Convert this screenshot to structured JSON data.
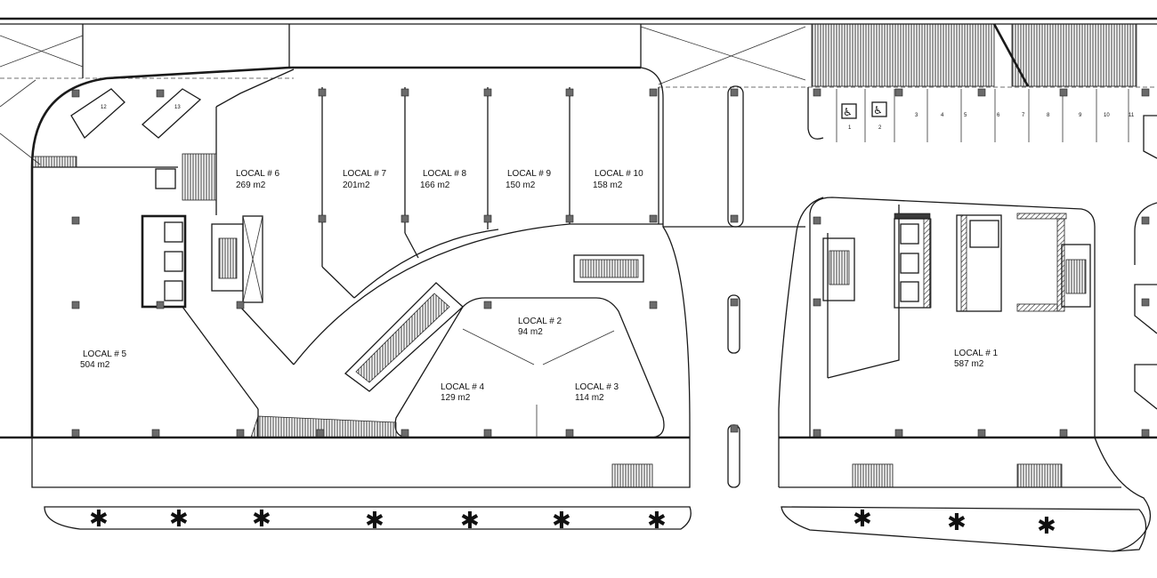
{
  "units": [
    {
      "id": "1",
      "name": "LOCAL # 1",
      "area": "587 m2"
    },
    {
      "id": "2",
      "name": "LOCAL # 2",
      "area": "94 m2"
    },
    {
      "id": "3",
      "name": "LOCAL # 3",
      "area": "114 m2"
    },
    {
      "id": "4",
      "name": "LOCAL # 4",
      "area": "129 m2"
    },
    {
      "id": "5",
      "name": "LOCAL # 5",
      "area": "504 m2"
    },
    {
      "id": "6",
      "name": "LOCAL # 6",
      "area": "269 m2"
    },
    {
      "id": "7",
      "name": "LOCAL # 7",
      "area": "201m2"
    },
    {
      "id": "8",
      "name": "LOCAL # 8",
      "area": "166 m2"
    },
    {
      "id": "9",
      "name": "LOCAL # 9",
      "area": "150 m2"
    },
    {
      "id": "10",
      "name": "LOCAL # 10",
      "area": "158 m2"
    }
  ],
  "parking_numbers": [
    "1",
    "2",
    "3",
    "4",
    "5",
    "6",
    "7",
    "8",
    "9",
    "10",
    "11"
  ],
  "motorcycle_numbers": [
    "12",
    "13"
  ],
  "symbols": {
    "accessible": "wheelchair-icon",
    "palm": "palm-tree-icon",
    "palm_glyph": "✱",
    "accessible_glyph": "♿"
  }
}
